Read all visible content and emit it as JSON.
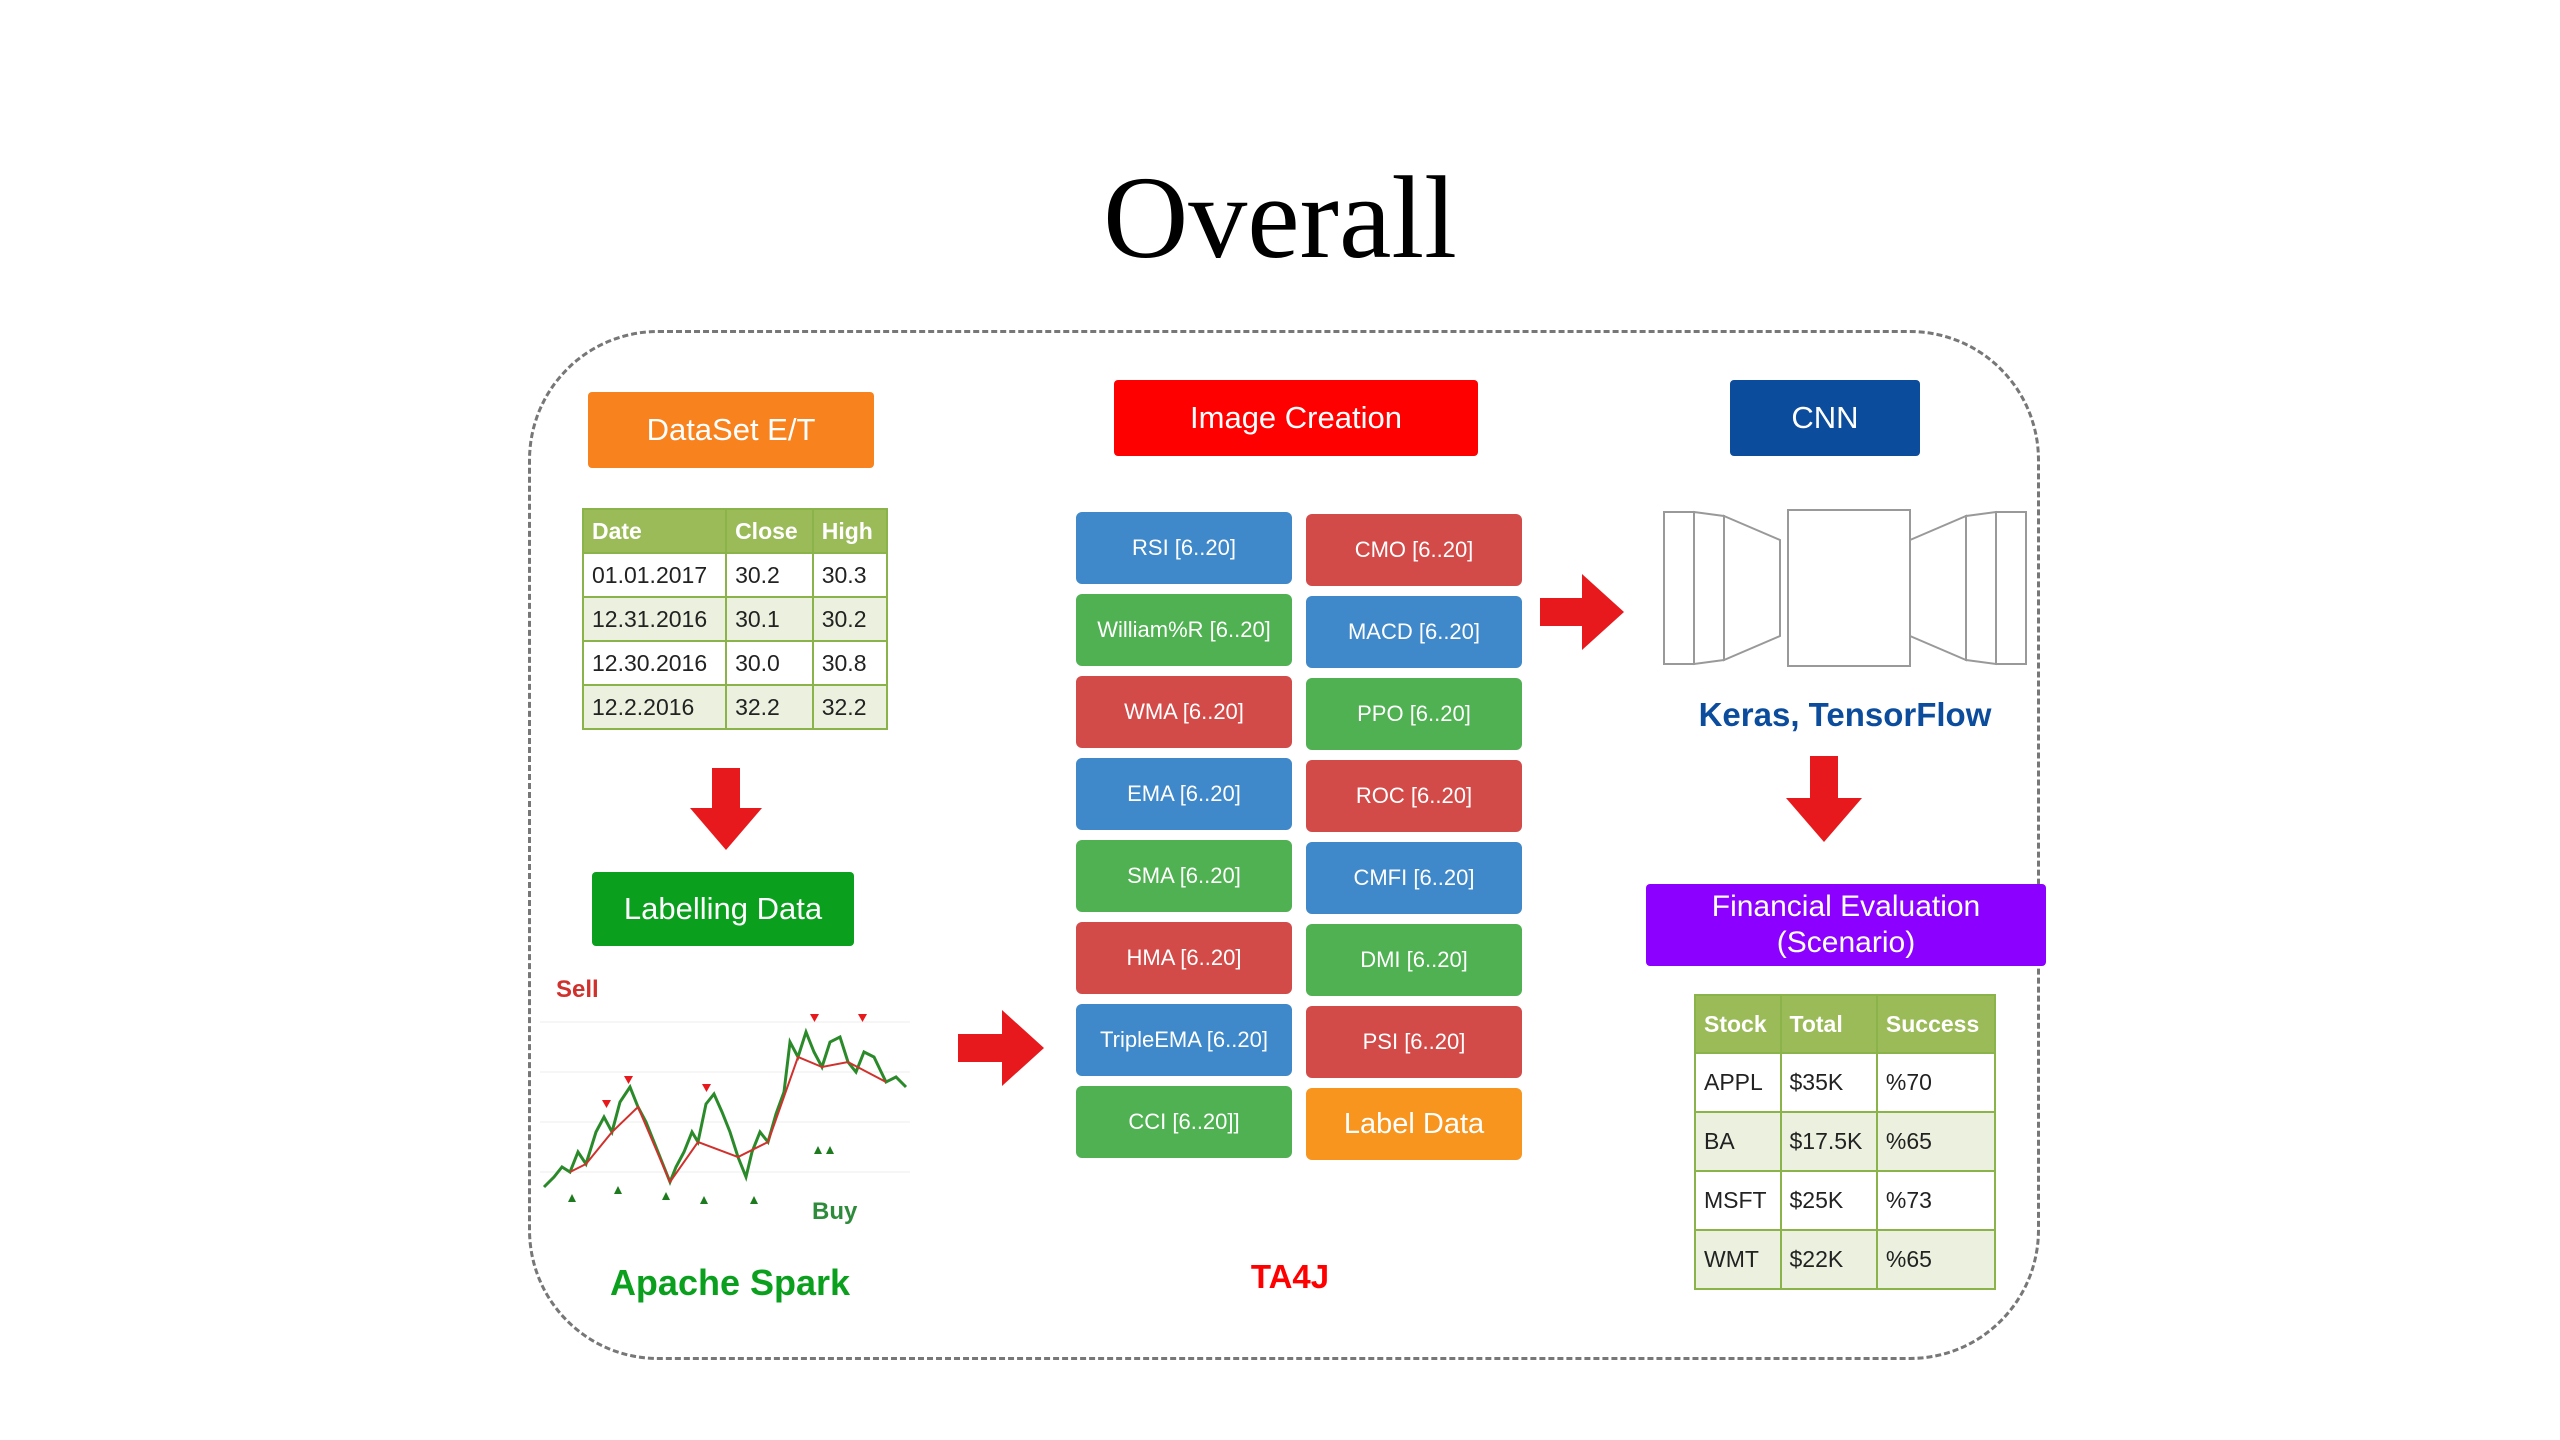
{
  "title": "Overall",
  "dataset": {
    "header": "DataSet E/T",
    "columns": [
      "Date",
      "Close",
      "High"
    ],
    "rows": [
      [
        "01.01.2017",
        "30.2",
        "30.3"
      ],
      [
        "12.31.2016",
        "30.1",
        "30.2"
      ],
      [
        "12.30.2016",
        "30.0",
        "30.8"
      ],
      [
        "12.2.2016",
        "32.2",
        "32.2"
      ]
    ]
  },
  "labelling": {
    "header": "Labelling Data",
    "sell": "Sell",
    "buy": "Buy"
  },
  "spark_caption": "Apache Spark",
  "image_creation": {
    "header": "Image Creation",
    "left_col": [
      "RSI [6..20]",
      "William%R [6..20]",
      "WMA [6..20]",
      "EMA [6..20]",
      "SMA [6..20]",
      "HMA [6..20]",
      "TripleEMA [6..20]",
      "CCI [6..20]]"
    ],
    "right_col": [
      "CMO [6..20]",
      "MACD [6..20]",
      "PPO [6..20]",
      "ROC [6..20]",
      "CMFI [6..20]",
      "DMI [6..20]",
      "PSI [6..20]",
      "Label Data"
    ],
    "caption": "TA4J"
  },
  "cnn": {
    "header": "CNN",
    "caption": "Keras, TensorFlow"
  },
  "evaluation": {
    "header_line1": "Financial  Evaluation",
    "header_line2": "(Scenario)",
    "columns": [
      "Stock",
      "Total",
      "Success"
    ],
    "rows": [
      [
        "APPL",
        "$35K",
        "%70"
      ],
      [
        "BA",
        "$17.5K",
        "%65"
      ],
      [
        "MSFT",
        "$25K",
        "%73"
      ],
      [
        "WMT",
        "$22K",
        "%65"
      ]
    ]
  },
  "colors": {
    "orange": "#f7951e",
    "red": "#ff0000",
    "green": "#0aa01e",
    "navy": "#0c4c9c",
    "purple": "#8b00ff",
    "arrow": "#e8191c"
  }
}
